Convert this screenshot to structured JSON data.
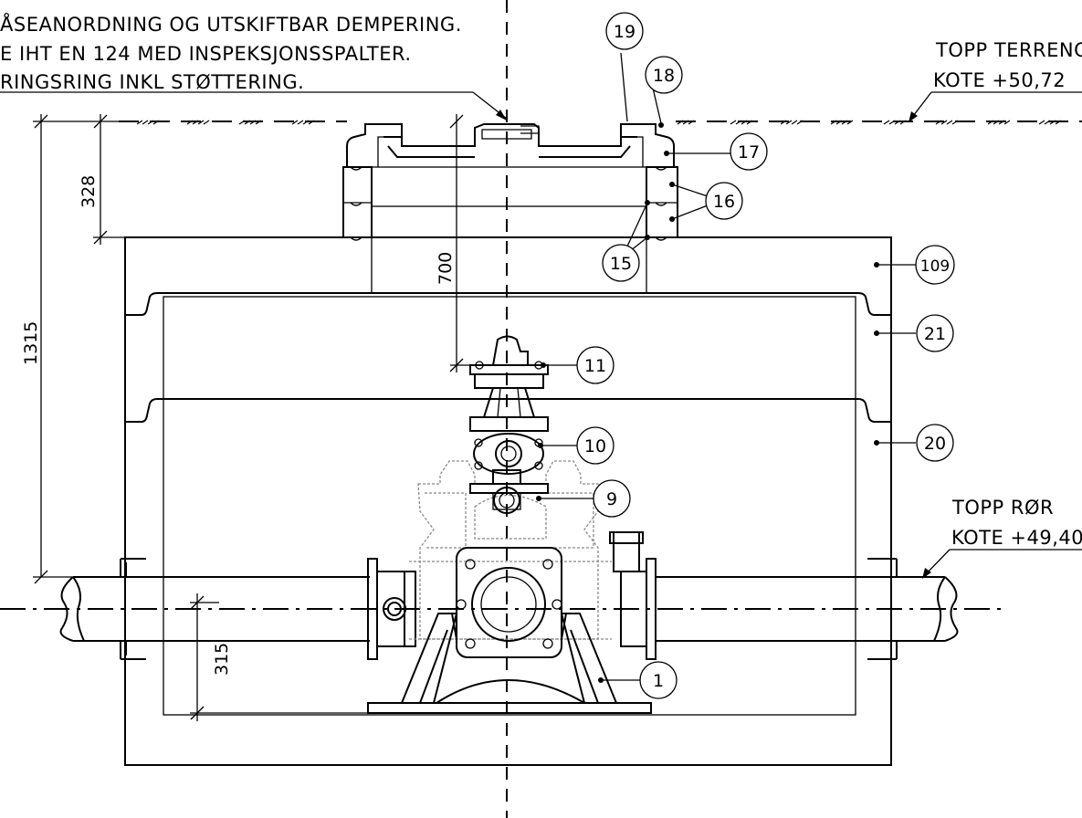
{
  "notes": {
    "line1": "ÅSEANORDNING OG UTSKIFTBAR DEMPERING.",
    "line2": "E IHT EN 124 MED INSPEKSJONSSPALTER.",
    "line3": "RINGSRING INKL STØTTERING."
  },
  "levels": {
    "terrain_title": "TOPP TERRENG",
    "terrain_kote": "KOTE +50,72",
    "pipe_title": "TOPP RØR",
    "pipe_kote": "KOTE +49,40"
  },
  "dimensions": {
    "d1315": "1315",
    "d328": "328",
    "d700": "700",
    "d315": "315"
  },
  "callouts": {
    "c19": "19",
    "c18": "18",
    "c17": "17",
    "c16": "16",
    "c15": "15",
    "c109": "109",
    "c21": "21",
    "c20": "20",
    "c11": "11",
    "c10": "10",
    "c9": "9",
    "c1": "1"
  }
}
